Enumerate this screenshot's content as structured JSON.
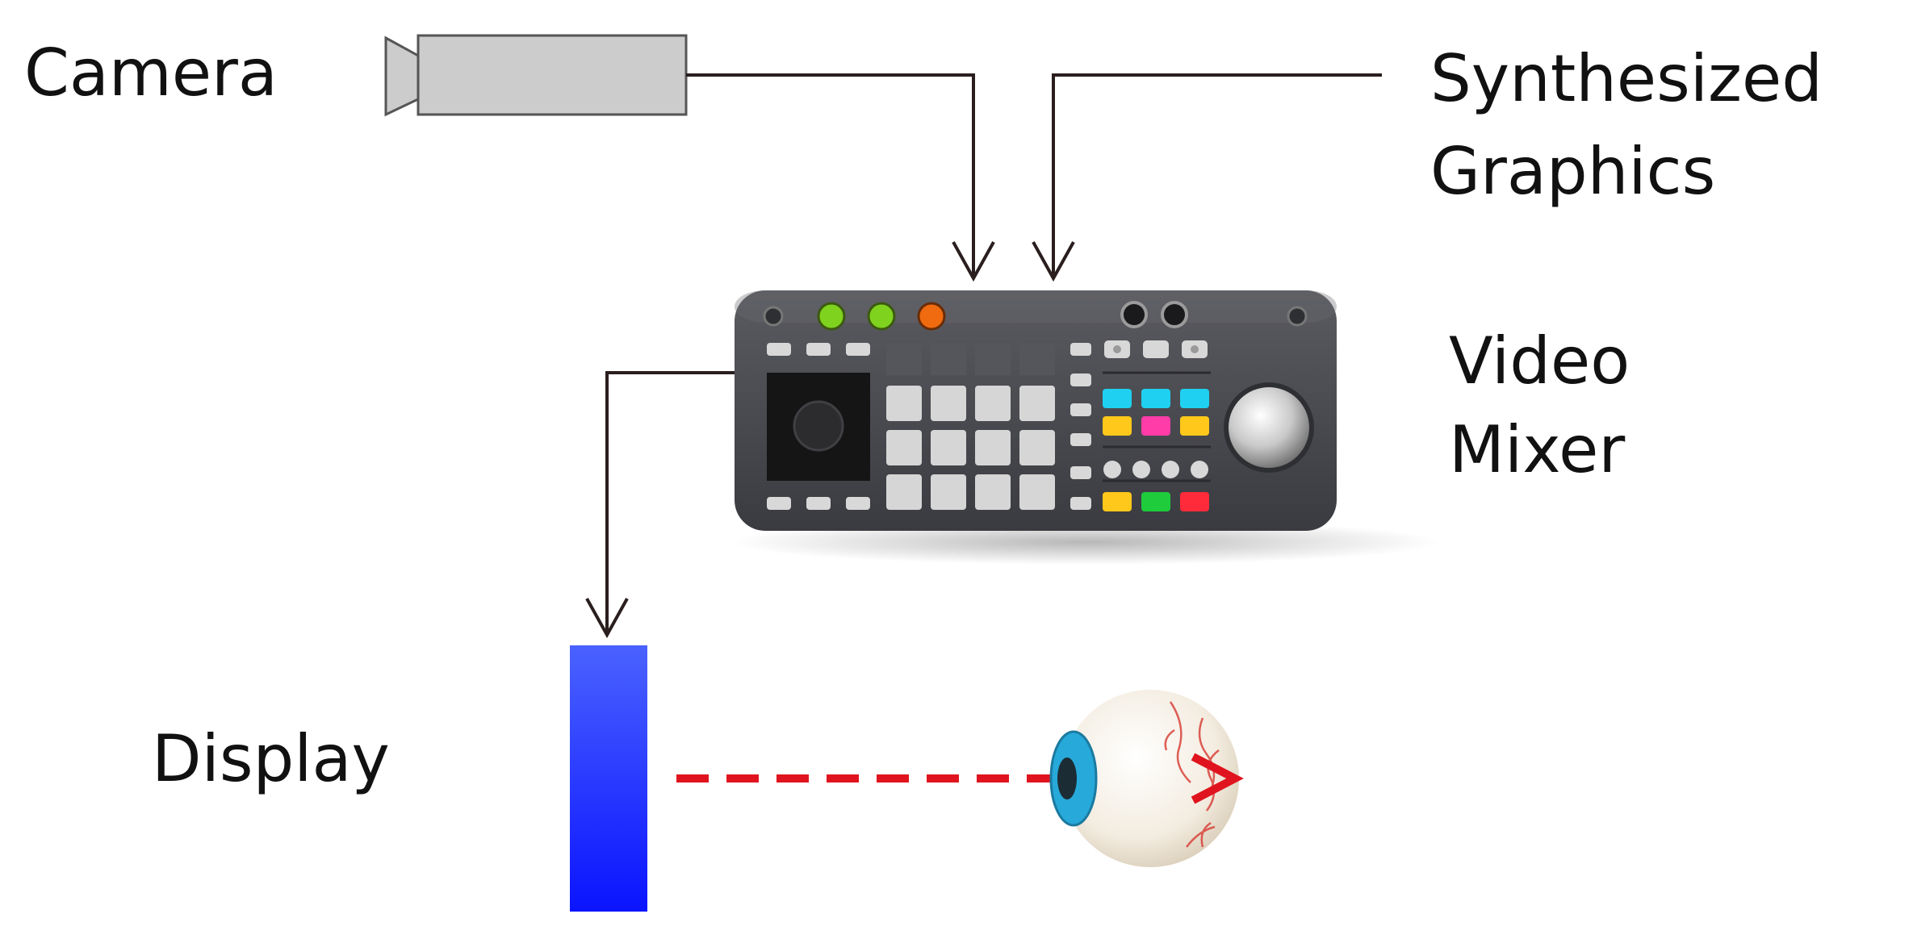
{
  "labels": {
    "camera": "Camera",
    "synth_line1": "Synthesized",
    "synth_line2": "Graphics",
    "mixer_line1": "Video",
    "mixer_line2": "Mixer",
    "display": "Display"
  },
  "colors": {
    "line": "#2a1e1e",
    "camera_body": "#cccccc",
    "display_top": "#4a62ff",
    "display_bottom": "#0a14ff",
    "sight_line": "#e0141e",
    "mixer_body": "#4a4b50",
    "led_green": "#7fd21e",
    "led_orange": "#f06a10",
    "pad_cyan": "#1fd0f0",
    "pad_yellow": "#ffc81a",
    "pad_magenta": "#ff3ca8",
    "pad_green": "#1ecc3c",
    "pad_red": "#ff2a3a",
    "iris": "#27a9d9"
  },
  "icons": {
    "camera": "video-camera-icon",
    "mixer": "video-mixer-console-icon",
    "display": "display-panel-icon",
    "eye": "eyeball-icon"
  }
}
